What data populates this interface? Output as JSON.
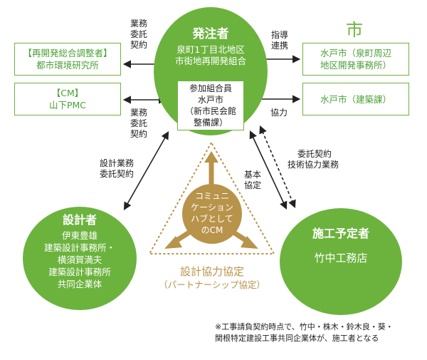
{
  "shi_label": "市",
  "orderer": {
    "title": "発注者",
    "line1": "泉町1丁目北地区",
    "line2": "市街地再開発組合",
    "inner_lines": [
      "参加組合員",
      "水戸市",
      "（新市民会館",
      "整備課）"
    ]
  },
  "left_box_1": {
    "line1": "【再開発総合調整者】",
    "line2": "都市環境研究所"
  },
  "left_box_2": {
    "line1": "【CM】",
    "line2": "山下PMC"
  },
  "right_box_1": {
    "line1": "水戸市（泉町周辺",
    "line2": "地区開発事務所）"
  },
  "right_box_2": {
    "line1": "水戸市（建築課）"
  },
  "label_gyomu_top": [
    "業務",
    "委託",
    "契約"
  ],
  "label_gyomu_mid": [
    "業務",
    "委託",
    "契約"
  ],
  "label_shido": [
    "指導",
    "連携"
  ],
  "label_kyoryoku": "協力",
  "label_sekkei_contract": [
    "設計業務",
    "委託契約"
  ],
  "label_kihon": [
    "基本",
    "協定"
  ],
  "label_itaku_gijutsu": [
    "委託契約",
    "技術協力業務"
  ],
  "designer": {
    "title": "設計者",
    "lines": [
      "伊東豊雄",
      "建築設計事務所・",
      "横須賀満夫",
      "建築設計事務所",
      "共同企業体"
    ]
  },
  "contractor": {
    "title": "施工予定者",
    "name": "竹中工務店"
  },
  "hub": {
    "lines": [
      "コミュニ",
      "ケーション",
      "ハブとして",
      "のCM"
    ]
  },
  "agreement": {
    "title": "設計協力協定",
    "subtitle": "（パートナーシップ協定）"
  },
  "footnote": {
    "line1": "※工事請負契約時点で、竹中・株木・鈴木良・葵・",
    "line2": "関根特定建設工事共同企業体が、施工者となる"
  },
  "colors": {
    "green": "#6cb33e",
    "gold": "#b8934a",
    "text": "#222222"
  }
}
